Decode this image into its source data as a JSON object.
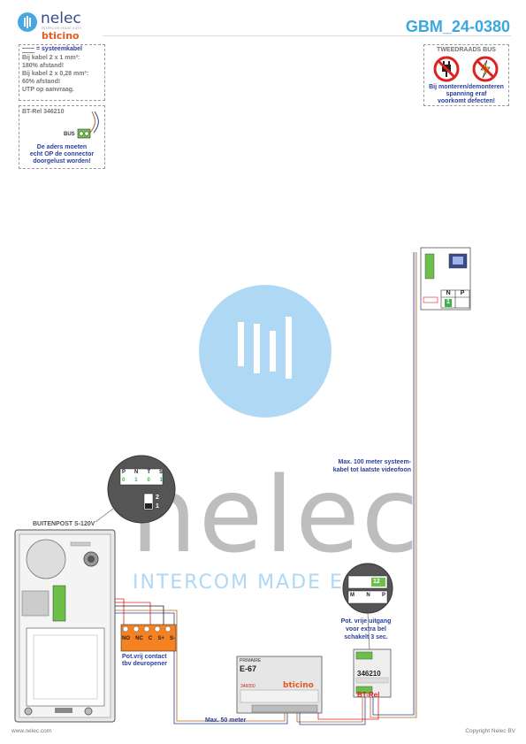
{
  "header": {
    "logo_word": "nelec",
    "logo_sub": "INTERCOM MADE EASY",
    "brand": "bticino",
    "doc_id": "GBM_24-0380"
  },
  "cable_note": {
    "title": "= systeemkabel",
    "lines": [
      "Bij kabel 2 x 1 mm²:",
      "180% afstand!",
      "Bij kabel 2 x 0,28 mm²:",
      "60% afstand!",
      "UTP op aanvraag."
    ]
  },
  "btrel_note": {
    "title": "BT-Rel 346210",
    "bus_label": "BUS",
    "note_lines": [
      "De aders moeten",
      "echt OP de connector",
      "doorgelust worden!"
    ]
  },
  "warning": {
    "title": "TWEEDRAADS BUS",
    "lines": [
      "Bij monteren/demonteren",
      "spanning eraf",
      "voorkomt defecten!"
    ]
  },
  "watermark": {
    "word": "nelec",
    "tagline": "INTERCOM MADE EASY"
  },
  "diagram": {
    "outdoor_panel_label": "BUITENPOST S-120V",
    "connector_top_labels": [
      "P",
      "N",
      "T",
      "S"
    ],
    "connector_top_values": [
      "0",
      "1",
      "0",
      "1"
    ],
    "switch_labels": [
      "2",
      "1"
    ],
    "relay_terminals": [
      "NO",
      "NC",
      "C",
      "S+",
      "S-"
    ],
    "relay_caption_lines": [
      "Pot.vrij contact",
      "tbv deuropener"
    ],
    "max_system_lines": [
      "Max. 100 meter systeem-",
      "kabel tot laatste videofoon"
    ],
    "max_50": "Max. 50 meter",
    "psu_brand": "PRIMAIRE",
    "psu_model": "E-67",
    "psu_code": "346050",
    "psu_logo": "bticino",
    "btrel_code": "346210",
    "btrel_name": "BT-Rel",
    "btrel_caption_lines": [
      "Pot. vrije uitgang",
      "voor extra bel",
      "schakelt 3 sec."
    ],
    "btrel_zoom_labels": [
      "M",
      "N",
      "P"
    ],
    "btrel_zoom_green": "12",
    "monitor_np": [
      "N",
      "P"
    ],
    "monitor_green": "1"
  },
  "footer": {
    "left": "www.nelec.com",
    "right": "Copyright Nelec BV"
  }
}
